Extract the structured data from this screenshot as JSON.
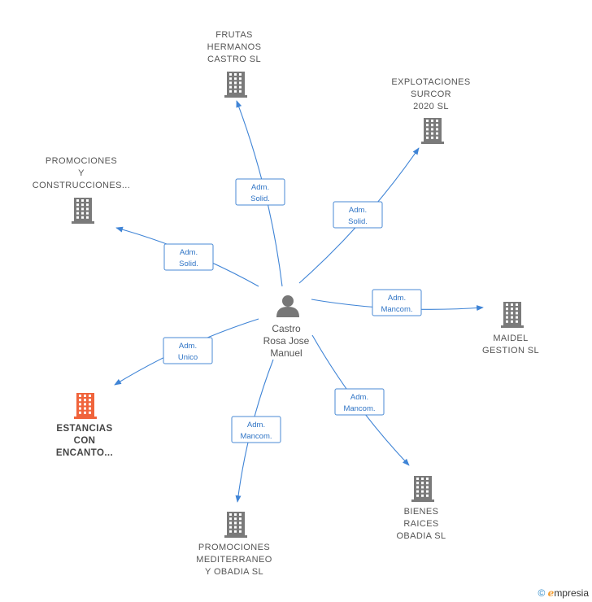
{
  "center": {
    "label_lines": [
      "Castro",
      "Rosa Jose",
      "Manuel"
    ],
    "icon": "person-icon"
  },
  "companies": [
    {
      "id": "frutas",
      "lines": [
        "FRUTAS",
        "HERMANOS",
        "CASTRO  SL"
      ],
      "role": [
        "Adm.",
        "Solid."
      ],
      "highlight": false
    },
    {
      "id": "explotaciones",
      "lines": [
        "EXPLOTACIONES",
        "SURCOR",
        "2020 SL"
      ],
      "role": [
        "Adm.",
        "Solid."
      ],
      "highlight": false
    },
    {
      "id": "promociones-construcciones",
      "lines": [
        "PROMOCIONES",
        "Y",
        "CONSTRUCCIONES..."
      ],
      "role": [
        "Adm.",
        "Solid."
      ],
      "highlight": false
    },
    {
      "id": "maidel",
      "lines": [
        "MAIDEL",
        "GESTION SL"
      ],
      "role": [
        "Adm.",
        "Mancom."
      ],
      "highlight": false
    },
    {
      "id": "estancias",
      "lines": [
        "ESTANCIAS",
        "CON",
        "ENCANTO..."
      ],
      "role": [
        "Adm.",
        "Unico"
      ],
      "highlight": true
    },
    {
      "id": "bienes",
      "lines": [
        "BIENES",
        "RAICES",
        "OBADIA SL"
      ],
      "role": [
        "Adm.",
        "Mancom."
      ],
      "highlight": false
    },
    {
      "id": "promociones-mediterraneo",
      "lines": [
        "PROMOCIONES",
        "MEDITERRANEO",
        "Y OBADIA  SL"
      ],
      "role": [
        "Adm.",
        "Mancom."
      ],
      "highlight": false
    }
  ],
  "colors": {
    "edge": "#3f84d6",
    "building": "#7a7a7a",
    "building_highlight": "#f0643c",
    "person": "#777777"
  },
  "brand": {
    "copyright": "©",
    "initial": "e",
    "rest": "mpresia"
  }
}
